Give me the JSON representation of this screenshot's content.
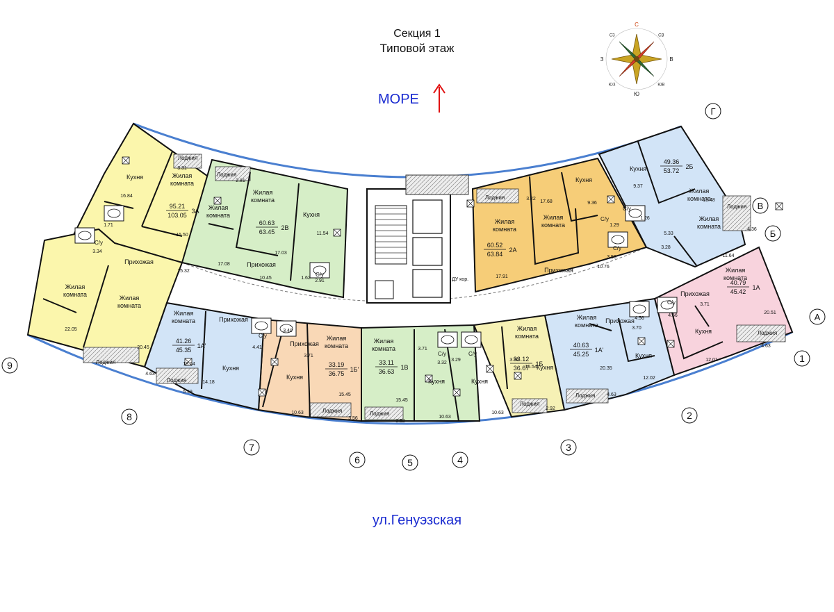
{
  "header": {
    "section": "Секция 1",
    "floor": "Типовой этаж"
  },
  "orientation": {
    "sea_label": "МОРЕ",
    "street_label": "ул.Генуэзская"
  },
  "colors": {
    "yellow": "#fbf6ac",
    "green": "#d6eec7",
    "orange": "#f6cd78",
    "blue": "#d2e4f7",
    "pink": "#f8d3dd",
    "peach": "#f9d8b6",
    "lightyellow": "#f6f1b5",
    "arrow": "#e11111",
    "label_blue": "#1a2bd0"
  },
  "compass": {
    "labels": [
      "С",
      "СВ",
      "В",
      "ЮВ",
      "Ю",
      "ЮЗ",
      "З",
      "СЗ"
    ]
  },
  "axes": {
    "numbers": [
      "9",
      "8",
      "7",
      "6",
      "5",
      "4",
      "3",
      "2",
      "1"
    ],
    "letters": [
      "А",
      "Б",
      "В",
      "Г"
    ]
  },
  "apartments": [
    {
      "id": "3A",
      "color": "yellow",
      "area": "95.21",
      "total": "103.05",
      "type": "3A"
    },
    {
      "id": "2B",
      "color": "green",
      "area": "60.63",
      "total": "63.45",
      "type": "2В"
    },
    {
      "id": "2A",
      "color": "orange",
      "area": "60.52",
      "total": "63.84",
      "type": "2А"
    },
    {
      "id": "2B-right",
      "color": "blue",
      "area": "49.36",
      "total": "53.72",
      "type": "2Б"
    },
    {
      "id": "1A",
      "color": "pink",
      "area": "40.79",
      "total": "45.42",
      "type": "1А"
    },
    {
      "id": "1A-prime-right",
      "color": "blue",
      "area": "40.63",
      "total": "45.25",
      "type": "1А'"
    },
    {
      "id": "1B-right",
      "color": "lightyellow",
      "area": "33.12",
      "total": "36.67",
      "type": "1Б"
    },
    {
      "id": "1V",
      "color": "green",
      "area": "33.11",
      "total": "36.63",
      "type": "1В"
    },
    {
      "id": "1B-prime",
      "color": "peach",
      "area": "33.19",
      "total": "36.75",
      "type": "1Б'"
    },
    {
      "id": "1A-prime-left",
      "color": "blue",
      "area": "41.26",
      "total": "45.35",
      "type": "1А'"
    }
  ],
  "room_labels": {
    "kitchen": "Кухня",
    "living": "Жилая комната",
    "living_line1": "Жилая",
    "living_line2": "комната",
    "hall": "Прихожая",
    "loggia": "Лоджия",
    "bath": "С/у",
    "corridor": "ДУ кор."
  },
  "room_areas": [
    "16.84",
    "15.50",
    "3.31",
    "1.71",
    "3.34",
    "15.32",
    "22.05",
    "20.45",
    "4.63",
    "17.08",
    "17.03",
    "2.81",
    "11.54",
    "1.62",
    "2.91",
    "10.45",
    "17.68",
    "9.36",
    "3.22",
    "1.29",
    "3.56",
    "10.76",
    "17.91",
    "9.37",
    "18.48",
    "1.26",
    "3.28",
    "5.33",
    "11.64",
    "4.36",
    "20.51",
    "3.71",
    "4.56",
    "12.01",
    "4.63",
    "20.35",
    "3.70",
    "4.56",
    "12.02",
    "4.63",
    "3.86",
    "15.54",
    "10.63",
    "2.92",
    "3.71",
    "3.32",
    "15.45",
    "10.63",
    "3.52",
    "3.29",
    "3.40",
    "3.71",
    "15.45",
    "10.63",
    "3.56",
    "18.04",
    "4.41",
    "14.18",
    "5.59"
  ]
}
